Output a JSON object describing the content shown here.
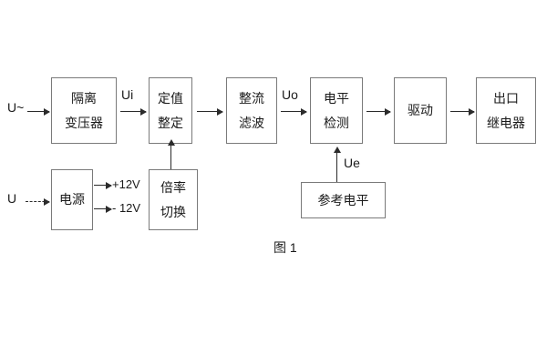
{
  "diagram": {
    "caption": "图 1",
    "blocks": [
      {
        "id": "isolation-transformer",
        "lines": [
          "隔离",
          "变压器"
        ]
      },
      {
        "id": "setting-value",
        "lines": [
          "定值",
          "整定"
        ]
      },
      {
        "id": "rectify-filter",
        "lines": [
          "整流",
          "滤波"
        ]
      },
      {
        "id": "level-detection",
        "lines": [
          "电平",
          "检测"
        ]
      },
      {
        "id": "drive",
        "lines": [
          "驱动"
        ]
      },
      {
        "id": "output-relay",
        "lines": [
          "出口",
          "继电器"
        ]
      },
      {
        "id": "power-supply",
        "lines": [
          "电源"
        ]
      },
      {
        "id": "multiplier-switch",
        "lines": [
          "倍率",
          "切换"
        ]
      },
      {
        "id": "reference-level",
        "lines": [
          "参考电平"
        ]
      }
    ],
    "signals": {
      "input_ac": "U~",
      "input_dc": "U",
      "ui": "Ui",
      "uo": "Uo",
      "ue": "Ue",
      "rail_positive": "+12V",
      "rail_negative": "- 12V"
    }
  }
}
